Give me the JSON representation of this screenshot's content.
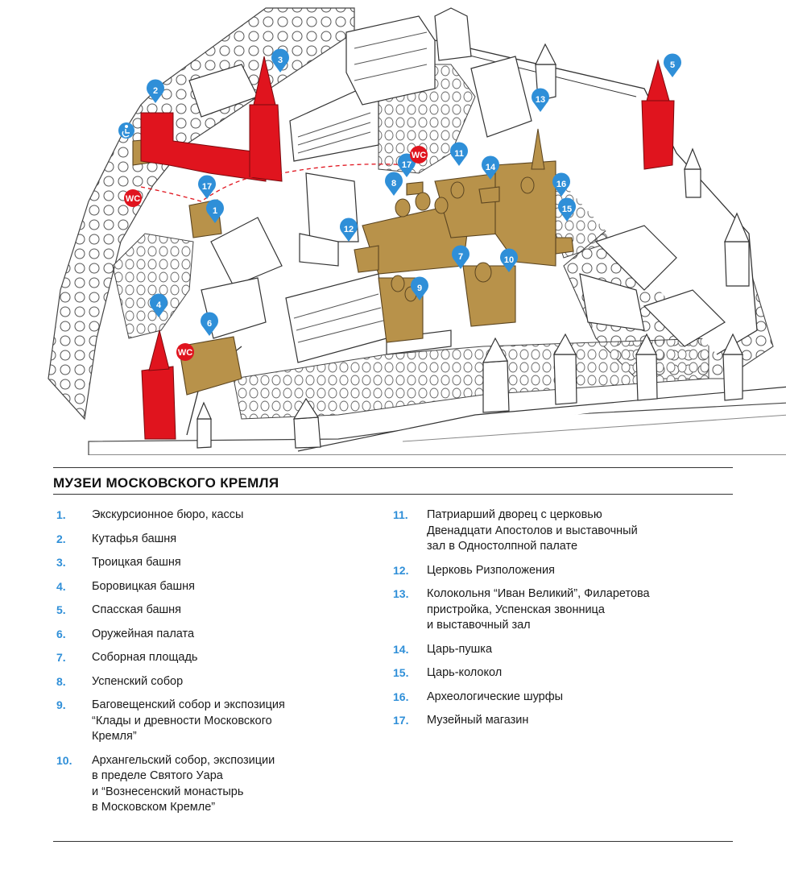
{
  "title": "МУЗЕИ МОСКОВСКОГО КРЕМЛЯ",
  "colors": {
    "accent_blue": "#2f8fd8",
    "tower_red": "#e0141e",
    "museum_gold": "#b8924a",
    "wc_red": "#e0141e",
    "line": "#333333"
  },
  "legend_left": [
    {
      "num": "1.",
      "text": "Экскурсионное бюро, кассы"
    },
    {
      "num": "2.",
      "text": "Кутафья башня"
    },
    {
      "num": "3.",
      "text": "Троицкая башня"
    },
    {
      "num": "4.",
      "text": "Боровицкая башня"
    },
    {
      "num": "5.",
      "text": "Спасская башня"
    },
    {
      "num": "6.",
      "text": "Оружейная палата"
    },
    {
      "num": "7.",
      "text": "Соборная площадь"
    },
    {
      "num": "8.",
      "text": "Успенский собор"
    },
    {
      "num": "9.",
      "text": "Баговещенский собор и экспозиция\n“Клады и древности Московского\nКремля”"
    },
    {
      "num": "10.",
      "text": "Архангельский собор, экспозиции\nв пределе Святого Уара\nи “Вознесенский монастырь\nв Московском Кремле”"
    }
  ],
  "legend_right": [
    {
      "num": "11.",
      "text": "Патриарший дворец с церковью\nДвенадцати Апостолов и выставочный\nзал в Одностолпной палате"
    },
    {
      "num": "12.",
      "text": "Церковь Ризположения"
    },
    {
      "num": "13.",
      "text": "Колокольня “Иван Великий”, Филаретова\nпристройка, Успенская звонница\nи выставочный зал"
    },
    {
      "num": "14.",
      "text": "Царь-пушка"
    },
    {
      "num": "15.",
      "text": "Царь-колокол"
    },
    {
      "num": "16.",
      "text": "Археологические шурфы"
    },
    {
      "num": "17.",
      "text": "Музейный магазин"
    }
  ],
  "map": {
    "pins": [
      "1",
      "2",
      "3",
      "4",
      "5",
      "6",
      "7",
      "8",
      "9",
      "10",
      "11",
      "12",
      "13",
      "14",
      "15",
      "16",
      "17",
      "17"
    ],
    "wc_label": "WC",
    "icons": [
      "location-pin-icon",
      "wc-icon",
      "accessibility-icon",
      "tower-icon",
      "cathedral-icon",
      "tree-icon"
    ]
  }
}
